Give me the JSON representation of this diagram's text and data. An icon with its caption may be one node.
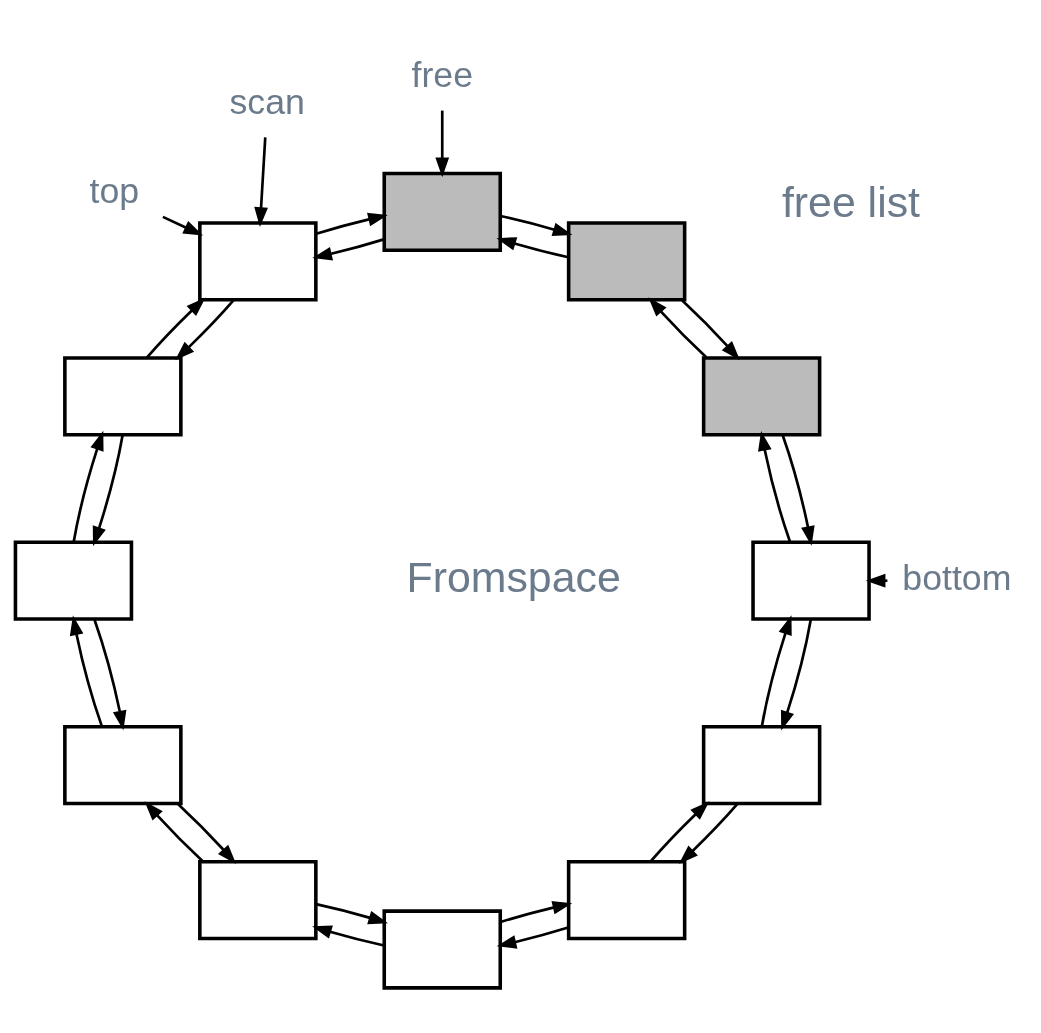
{
  "diagram": {
    "nodes": [
      {
        "text": [],
        "shape": "box"
      },
      {
        "text": [],
        "shape": "box"
      },
      {
        "text": [],
        "shape": "box"
      },
      {
        "text": [],
        "shape": "box"
      },
      {
        "text": [],
        "shape": "box"
      },
      {
        "text": [],
        "shape": "box"
      },
      {
        "text": [],
        "shape": "box"
      },
      {
        "text": [],
        "shape": "box"
      },
      {
        "text": [],
        "shape": "box"
      },
      {
        "text": [],
        "shape": "box"
      },
      {
        "text": [],
        "shape": "box"
      },
      {
        "text": [],
        "shape": "box"
      },
      {
        "text": [
          "bottom"
        ]
      },
      {
        "text": [
          "free"
        ]
      },
      {
        "text": [
          "scan"
        ]
      },
      {
        "text": [
          "top"
        ]
      }
    ],
    "edges": [
      {
        "from": 0,
        "to": 1,
        "arrow": "to"
      },
      {
        "from": 1,
        "to": 0,
        "arrow": "to"
      },
      {
        "from": 1,
        "to": 2,
        "arrow": "to"
      },
      {
        "from": 2,
        "to": 1,
        "arrow": "to"
      },
      {
        "from": 2,
        "to": 3,
        "arrow": "to"
      },
      {
        "from": 3,
        "to": 2,
        "arrow": "to"
      },
      {
        "from": 3,
        "to": 4,
        "arrow": "to"
      },
      {
        "from": 4,
        "to": 3,
        "arrow": "to"
      },
      {
        "from": 4,
        "to": 5,
        "arrow": "to"
      },
      {
        "from": 5,
        "to": 4,
        "arrow": "to"
      },
      {
        "from": 5,
        "to": 6,
        "arrow": "to"
      },
      {
        "from": 6,
        "to": 5,
        "arrow": "to"
      },
      {
        "from": 6,
        "to": 7,
        "arrow": "to"
      },
      {
        "from": 7,
        "to": 6,
        "arrow": "to"
      },
      {
        "from": 7,
        "to": 8,
        "arrow": "to"
      },
      {
        "from": 8,
        "to": 7,
        "arrow": "to"
      },
      {
        "from": 8,
        "to": 9,
        "arrow": "to"
      },
      {
        "from": 9,
        "to": 8,
        "arrow": "to"
      },
      {
        "from": 9,
        "to": 10,
        "arrow": "to"
      },
      {
        "from": 10,
        "to": 9,
        "arrow": "to"
      },
      {
        "from": 10,
        "to": 11,
        "arrow": "to"
      },
      {
        "from": 11,
        "to": 10,
        "arrow": "to"
      },
      {
        "from": 11,
        "to": 0,
        "arrow": "to"
      },
      {
        "from": 0,
        "to": 11,
        "arrow": "to"
      },
      {
        "from": 12,
        "to": 9,
        "arrow": "to"
      },
      {
        "from": 13,
        "to": 6,
        "arrow": "to"
      },
      {
        "from": 14,
        "to": 5,
        "arrow": "to"
      },
      {
        "from": 15,
        "to": 5,
        "arrow": "to"
      }
    ],
    "labels": [
      "Fromspace",
      "free list"
    ]
  }
}
